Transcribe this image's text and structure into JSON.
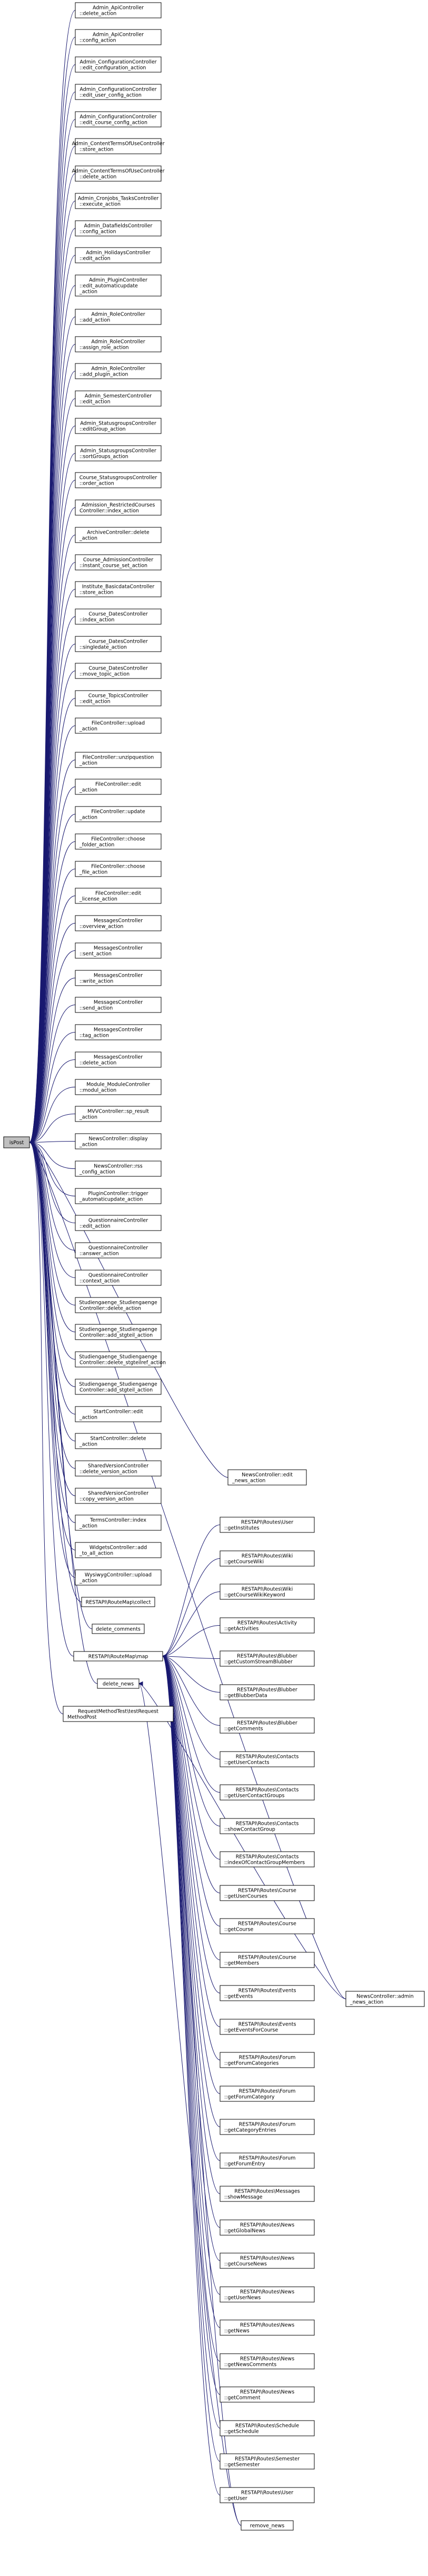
{
  "focus": {
    "id": "f0",
    "lines": [
      "isPost"
    ]
  },
  "nodes": [
    {
      "id": "n1",
      "lines": [
        "Admin_ApiController",
        "::delete_action"
      ]
    },
    {
      "id": "n2",
      "lines": [
        "Admin_ApiController",
        "::config_action"
      ]
    },
    {
      "id": "n3",
      "lines": [
        "Admin_ConfigurationController",
        "::edit_configuration_action"
      ]
    },
    {
      "id": "n4",
      "lines": [
        "Admin_ConfigurationController",
        "::edit_user_config_action"
      ]
    },
    {
      "id": "n5",
      "lines": [
        "Admin_ConfigurationController",
        "::edit_course_config_action"
      ]
    },
    {
      "id": "n6",
      "lines": [
        "Admin_ContentTermsOfUseController",
        "::store_action"
      ]
    },
    {
      "id": "n7",
      "lines": [
        "Admin_ContentTermsOfUseController",
        "::delete_action"
      ]
    },
    {
      "id": "n8",
      "lines": [
        "Admin_Cronjobs_TasksController",
        "::execute_action"
      ]
    },
    {
      "id": "n9",
      "lines": [
        "Admin_DatafieldsController",
        "::config_action"
      ]
    },
    {
      "id": "n10",
      "lines": [
        "Admin_HolidaysController",
        "::edit_action"
      ]
    },
    {
      "id": "n11",
      "lines": [
        "Admin_PluginController",
        "::edit_automaticupdate",
        "_action"
      ]
    },
    {
      "id": "n12",
      "lines": [
        "Admin_RoleController",
        "::add_action"
      ]
    },
    {
      "id": "n13",
      "lines": [
        "Admin_RoleController",
        "::assign_role_action"
      ]
    },
    {
      "id": "n14",
      "lines": [
        "Admin_RoleController",
        "::add_plugin_action"
      ]
    },
    {
      "id": "n15",
      "lines": [
        "Admin_SemesterController",
        "::edit_action"
      ]
    },
    {
      "id": "n16",
      "lines": [
        "Admin_StatusgroupsController",
        "::editGroup_action"
      ]
    },
    {
      "id": "n17",
      "lines": [
        "Admin_StatusgroupsController",
        "::sortGroups_action"
      ]
    },
    {
      "id": "n18",
      "lines": [
        "Course_StatusgroupsController",
        "::order_action"
      ]
    },
    {
      "id": "n19",
      "lines": [
        "Admission_RestrictedCourses",
        "Controller::index_action"
      ]
    },
    {
      "id": "n20",
      "lines": [
        "ArchiveController::delete",
        "_action"
      ]
    },
    {
      "id": "n21",
      "lines": [
        "Course_AdmissionController",
        "::instant_course_set_action"
      ]
    },
    {
      "id": "n22",
      "lines": [
        "Institute_BasicdataController",
        "::store_action"
      ]
    },
    {
      "id": "n23",
      "lines": [
        "Course_DatesController",
        "::index_action"
      ]
    },
    {
      "id": "n24",
      "lines": [
        "Course_DatesController",
        "::singledate_action"
      ]
    },
    {
      "id": "n25",
      "lines": [
        "Course_DatesController",
        "::move_topic_action"
      ]
    },
    {
      "id": "n26",
      "lines": [
        "Course_TopicsController",
        "::edit_action"
      ]
    },
    {
      "id": "n27",
      "lines": [
        "FileController::upload",
        "_action"
      ]
    },
    {
      "id": "n28",
      "lines": [
        "FileController::unzipquestion",
        "_action"
      ]
    },
    {
      "id": "n29",
      "lines": [
        "FileController::edit",
        "_action"
      ]
    },
    {
      "id": "n30",
      "lines": [
        "FileController::update",
        "_action"
      ]
    },
    {
      "id": "n31",
      "lines": [
        "FileController::choose",
        "_folder_action"
      ]
    },
    {
      "id": "n32",
      "lines": [
        "FileController::choose",
        "_file_action"
      ]
    },
    {
      "id": "n33",
      "lines": [
        "FileController::edit",
        "_license_action"
      ]
    },
    {
      "id": "n34",
      "lines": [
        "MessagesController",
        "::overview_action"
      ]
    },
    {
      "id": "n35",
      "lines": [
        "MessagesController",
        "::sent_action"
      ]
    },
    {
      "id": "n36",
      "lines": [
        "MessagesController",
        "::write_action"
      ]
    },
    {
      "id": "n37",
      "lines": [
        "MessagesController",
        "::send_action"
      ]
    },
    {
      "id": "n38",
      "lines": [
        "MessagesController",
        "::tag_action"
      ]
    },
    {
      "id": "n39",
      "lines": [
        "MessagesController",
        "::delete_action"
      ]
    },
    {
      "id": "n40",
      "lines": [
        "Module_ModuleController",
        "::modul_action"
      ]
    },
    {
      "id": "n41",
      "lines": [
        "MVVController::sp_result",
        "_action"
      ]
    },
    {
      "id": "n42",
      "lines": [
        "NewsController::display",
        "_action"
      ]
    },
    {
      "id": "n43",
      "lines": [
        "NewsController::rss",
        "_config_action"
      ]
    },
    {
      "id": "n44",
      "lines": [
        "PluginController::trigger",
        "_automaticupdate_action"
      ]
    },
    {
      "id": "n45",
      "lines": [
        "QuestionnaireController",
        "::edit_action"
      ]
    },
    {
      "id": "n46",
      "lines": [
        "QuestionnaireController",
        "::answer_action"
      ]
    },
    {
      "id": "n47",
      "lines": [
        "QuestionnaireController",
        "::context_action"
      ]
    },
    {
      "id": "n48",
      "lines": [
        "Studiengaenge_Studiengaenge",
        "Controller::delete_action"
      ]
    },
    {
      "id": "n49",
      "lines": [
        "Studiengaenge_Studiengaenge",
        "Controller::add_stgteil_action"
      ]
    },
    {
      "id": "n50",
      "lines": [
        "Studiengaenge_Studiengaenge",
        "Controller::delete_stgteilref_action"
      ]
    },
    {
      "id": "n51",
      "lines": [
        "Studiengaenge_Studiengaenge",
        "Controller::add_stgteil_action"
      ]
    },
    {
      "id": "n52",
      "lines": [
        "StartController::edit",
        "_action"
      ]
    },
    {
      "id": "n53",
      "lines": [
        "StartController::delete",
        "_action"
      ]
    },
    {
      "id": "n54",
      "lines": [
        "SharedVersionController",
        "::delete_version_action"
      ]
    },
    {
      "id": "n55",
      "lines": [
        "SharedVersionController",
        "::copy_version_action"
      ]
    },
    {
      "id": "n56",
      "lines": [
        "TermsController::index",
        "_action"
      ]
    },
    {
      "id": "n57",
      "lines": [
        "WidgetsController::add",
        "_to_all_action"
      ]
    },
    {
      "id": "n58",
      "lines": [
        "WysiwygController::upload",
        "_action"
      ]
    },
    {
      "id": "n59",
      "lines": [
        "RESTAPI\\RouteMap\\collect"
      ]
    },
    {
      "id": "n60",
      "lines": [
        "delete_comments"
      ]
    },
    {
      "id": "n61",
      "lines": [
        "RESTAPI\\RouteMap\\map"
      ]
    },
    {
      "id": "n62",
      "lines": [
        "delete_news"
      ]
    },
    {
      "id": "n63",
      "lines": [
        "RequestMethodTest\\testRequest",
        "MethodPost"
      ]
    },
    {
      "id": "m1",
      "lines": [
        "NewsController::edit",
        "_news_action"
      ]
    },
    {
      "id": "m2",
      "lines": [
        "NewsController::admin",
        "_news_action"
      ]
    },
    {
      "id": "r1",
      "lines": [
        "RESTAPI\\Routes\\User",
        "::getInstitutes"
      ]
    },
    {
      "id": "r2",
      "lines": [
        "RESTAPI\\Routes\\Wiki",
        "::getCourseWiki"
      ]
    },
    {
      "id": "r3",
      "lines": [
        "RESTAPI\\Routes\\Wiki",
        "::getCourseWikiKeyword"
      ]
    },
    {
      "id": "r4",
      "lines": [
        "RESTAPI\\Routes\\Activity",
        "::getActivities"
      ]
    },
    {
      "id": "r5",
      "lines": [
        "RESTAPI\\Routes\\Blubber",
        "::getCustomStreamBlubber"
      ]
    },
    {
      "id": "r6",
      "lines": [
        "RESTAPI\\Routes\\Blubber",
        "::getBlubberData"
      ]
    },
    {
      "id": "r7",
      "lines": [
        "RESTAPI\\Routes\\Blubber",
        "::getComments"
      ]
    },
    {
      "id": "r8",
      "lines": [
        "RESTAPI\\Routes\\Contacts",
        "::getUserContacts"
      ]
    },
    {
      "id": "r9",
      "lines": [
        "RESTAPI\\Routes\\Contacts",
        "::getUserContactGroups"
      ]
    },
    {
      "id": "r10",
      "lines": [
        "RESTAPI\\Routes\\Contacts",
        "::showContactGroup"
      ]
    },
    {
      "id": "r11",
      "lines": [
        "RESTAPI\\Routes\\Contacts",
        "::indexOfContactGroupMembers"
      ]
    },
    {
      "id": "r12",
      "lines": [
        "RESTAPI\\Routes\\Course",
        "::getUserCourses"
      ]
    },
    {
      "id": "r13",
      "lines": [
        "RESTAPI\\Routes\\Course",
        "::getCourse"
      ]
    },
    {
      "id": "r14",
      "lines": [
        "RESTAPI\\Routes\\Course",
        "::getMembers"
      ]
    },
    {
      "id": "r15",
      "lines": [
        "RESTAPI\\Routes\\Events",
        "::getEvents"
      ]
    },
    {
      "id": "r16",
      "lines": [
        "RESTAPI\\Routes\\Events",
        "::getEventsForCourse"
      ]
    },
    {
      "id": "r17",
      "lines": [
        "RESTAPI\\Routes\\Forum",
        "::getForumCategories"
      ]
    },
    {
      "id": "r18",
      "lines": [
        "RESTAPI\\Routes\\Forum",
        "::getForumCategory"
      ]
    },
    {
      "id": "r19",
      "lines": [
        "RESTAPI\\Routes\\Forum",
        "::getCategoryEntries"
      ]
    },
    {
      "id": "r20",
      "lines": [
        "RESTAPI\\Routes\\Forum",
        "::getForumEntry"
      ]
    },
    {
      "id": "r21",
      "lines": [
        "RESTAPI\\Routes\\Messages",
        "::showMessage"
      ]
    },
    {
      "id": "r22",
      "lines": [
        "RESTAPI\\Routes\\News",
        "::getGlobalNews"
      ]
    },
    {
      "id": "r23",
      "lines": [
        "RESTAPI\\Routes\\News",
        "::getCourseNews"
      ]
    },
    {
      "id": "r24",
      "lines": [
        "RESTAPI\\Routes\\News",
        "::getUserNews"
      ]
    },
    {
      "id": "r25",
      "lines": [
        "RESTAPI\\Routes\\News",
        "::getNews"
      ]
    },
    {
      "id": "r26",
      "lines": [
        "RESTAPI\\Routes\\News",
        "::getNewsComments"
      ]
    },
    {
      "id": "r27",
      "lines": [
        "RESTAPI\\Routes\\News",
        "::getComment"
      ]
    },
    {
      "id": "r28",
      "lines": [
        "RESTAPI\\Routes\\Schedule",
        "::getSchedule"
      ]
    },
    {
      "id": "r29",
      "lines": [
        "RESTAPI\\Routes\\Semester",
        "::getSemester"
      ]
    },
    {
      "id": "r30",
      "lines": [
        "RESTAPI\\Routes\\User",
        "::getUser"
      ]
    },
    {
      "id": "r31",
      "lines": [
        "remove_news"
      ]
    }
  ],
  "edges": [
    [
      "n1",
      "f0"
    ],
    [
      "n2",
      "f0"
    ],
    [
      "n3",
      "f0"
    ],
    [
      "n4",
      "f0"
    ],
    [
      "n5",
      "f0"
    ],
    [
      "n6",
      "f0"
    ],
    [
      "n7",
      "f0"
    ],
    [
      "n8",
      "f0"
    ],
    [
      "n9",
      "f0"
    ],
    [
      "n10",
      "f0"
    ],
    [
      "n11",
      "f0"
    ],
    [
      "n12",
      "f0"
    ],
    [
      "n13",
      "f0"
    ],
    [
      "n14",
      "f0"
    ],
    [
      "n15",
      "f0"
    ],
    [
      "n16",
      "f0"
    ],
    [
      "n17",
      "f0"
    ],
    [
      "n18",
      "f0"
    ],
    [
      "n19",
      "f0"
    ],
    [
      "n20",
      "f0"
    ],
    [
      "n21",
      "f0"
    ],
    [
      "n22",
      "f0"
    ],
    [
      "n23",
      "f0"
    ],
    [
      "n24",
      "f0"
    ],
    [
      "n25",
      "f0"
    ],
    [
      "n26",
      "f0"
    ],
    [
      "n27",
      "f0"
    ],
    [
      "n28",
      "f0"
    ],
    [
      "n29",
      "f0"
    ],
    [
      "n30",
      "f0"
    ],
    [
      "n31",
      "f0"
    ],
    [
      "n32",
      "f0"
    ],
    [
      "n33",
      "f0"
    ],
    [
      "n34",
      "f0"
    ],
    [
      "n35",
      "f0"
    ],
    [
      "n36",
      "f0"
    ],
    [
      "n37",
      "f0"
    ],
    [
      "n38",
      "f0"
    ],
    [
      "n39",
      "f0"
    ],
    [
      "n40",
      "f0"
    ],
    [
      "n41",
      "f0"
    ],
    [
      "n42",
      "f0"
    ],
    [
      "n43",
      "f0"
    ],
    [
      "n44",
      "f0"
    ],
    [
      "n45",
      "f0"
    ],
    [
      "n46",
      "f0"
    ],
    [
      "n47",
      "f0"
    ],
    [
      "n48",
      "f0"
    ],
    [
      "n49",
      "f0"
    ],
    [
      "n50",
      "f0"
    ],
    [
      "n51",
      "f0"
    ],
    [
      "n52",
      "f0"
    ],
    [
      "n53",
      "f0"
    ],
    [
      "n54",
      "f0"
    ],
    [
      "n55",
      "f0"
    ],
    [
      "n56",
      "f0"
    ],
    [
      "n57",
      "f0"
    ],
    [
      "n58",
      "f0"
    ],
    [
      "n59",
      "f0"
    ],
    [
      "n60",
      "f0"
    ],
    [
      "n61",
      "f0"
    ],
    [
      "n62",
      "f0"
    ],
    [
      "n63",
      "f0"
    ],
    [
      "m1",
      "f0"
    ],
    [
      "m2",
      "f0"
    ],
    [
      "m2",
      "n62"
    ],
    [
      "r1",
      "n61"
    ],
    [
      "r2",
      "n61"
    ],
    [
      "r3",
      "n61"
    ],
    [
      "r4",
      "n61"
    ],
    [
      "r5",
      "n61"
    ],
    [
      "r6",
      "n61"
    ],
    [
      "r7",
      "n61"
    ],
    [
      "r8",
      "n61"
    ],
    [
      "r9",
      "n61"
    ],
    [
      "r10",
      "n61"
    ],
    [
      "r11",
      "n61"
    ],
    [
      "r12",
      "n61"
    ],
    [
      "r13",
      "n61"
    ],
    [
      "r14",
      "n61"
    ],
    [
      "r15",
      "n61"
    ],
    [
      "r16",
      "n61"
    ],
    [
      "r17",
      "n61"
    ],
    [
      "r18",
      "n61"
    ],
    [
      "r19",
      "n61"
    ],
    [
      "r20",
      "n61"
    ],
    [
      "r21",
      "n61"
    ],
    [
      "r22",
      "n61"
    ],
    [
      "r23",
      "n61"
    ],
    [
      "r24",
      "n61"
    ],
    [
      "r25",
      "n61"
    ],
    [
      "r26",
      "n61"
    ],
    [
      "r27",
      "n61"
    ],
    [
      "r28",
      "n61"
    ],
    [
      "r29",
      "n61"
    ],
    [
      "r30",
      "n61"
    ],
    [
      "r31",
      "n61"
    ],
    [
      "r31",
      "n62"
    ]
  ]
}
